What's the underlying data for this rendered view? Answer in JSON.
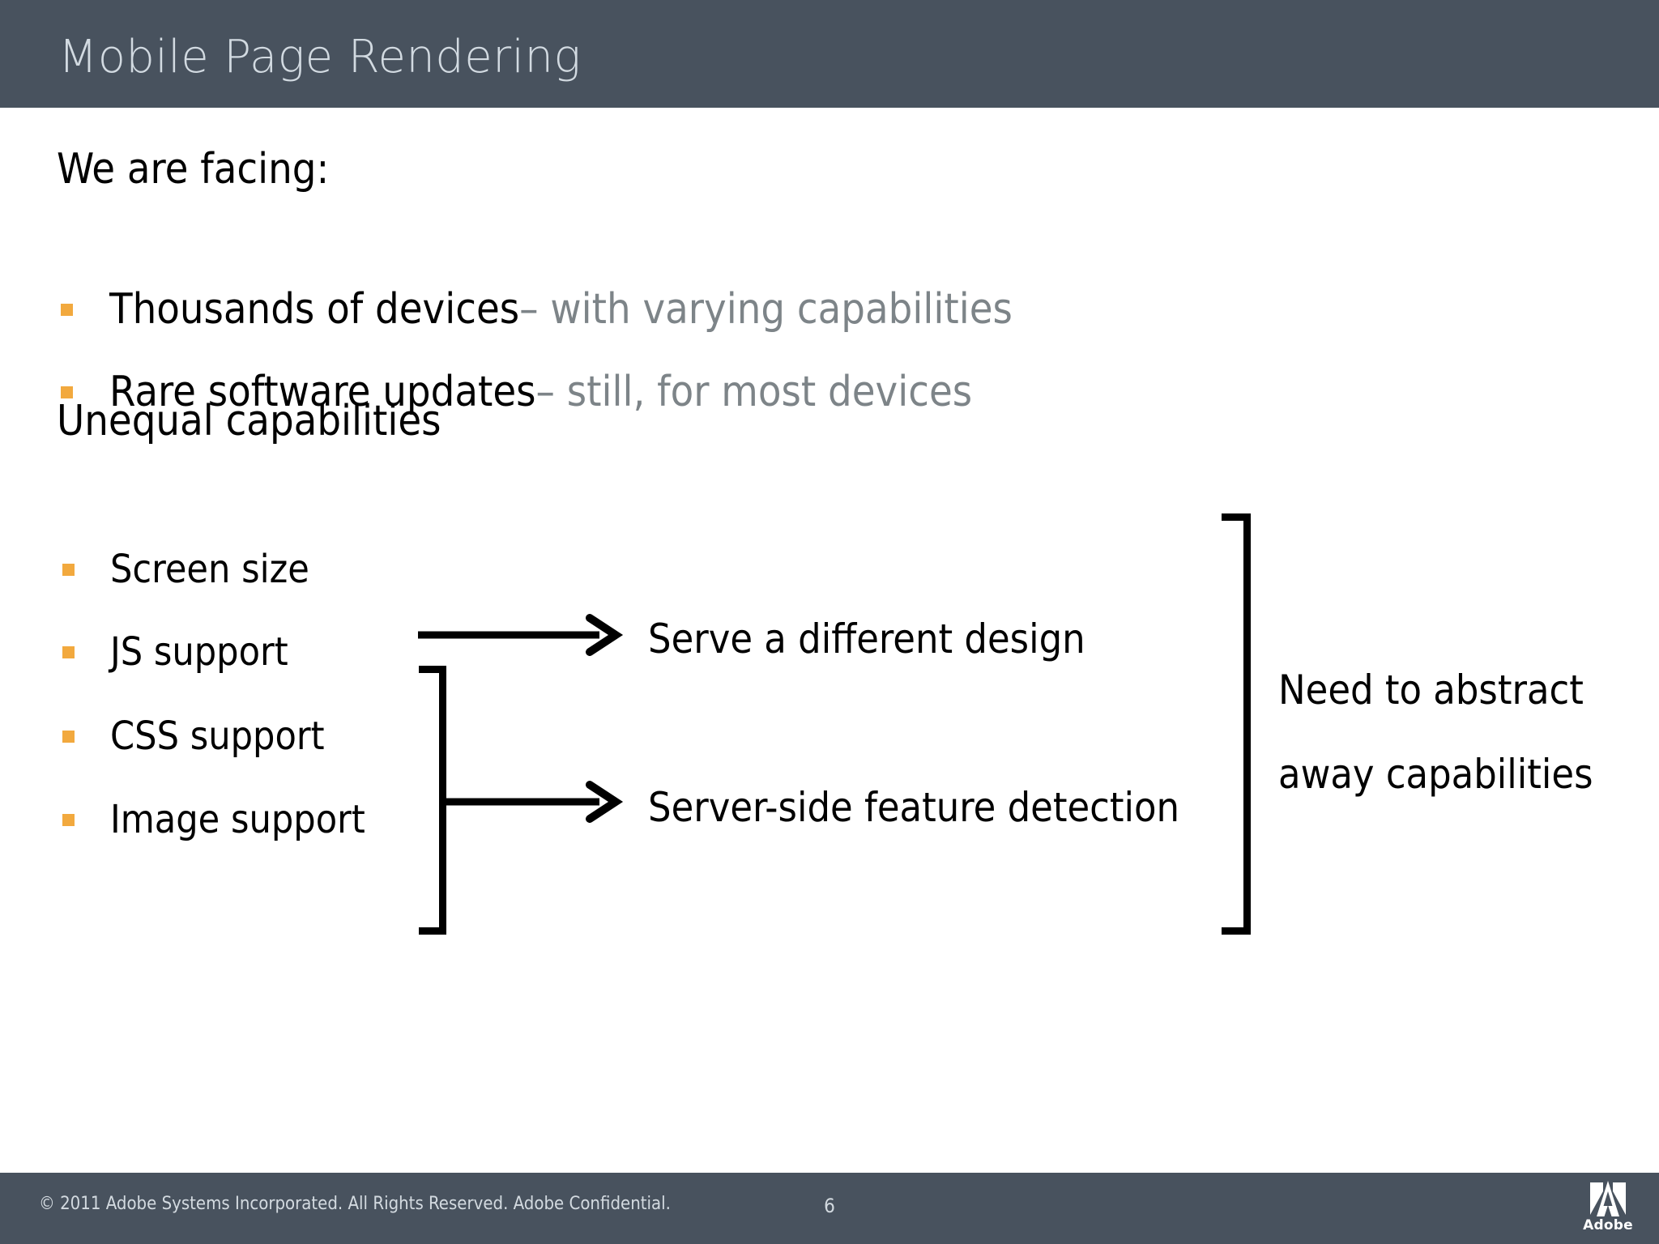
{
  "header": {
    "title": "Mobile Page Rendering",
    "background_color": "#48525E",
    "title_color": "#D2DAE1"
  },
  "body": {
    "lead_text": "We are facing:",
    "section_heading": "Unequal capabilities",
    "bullet_color": "#F2A93E",
    "dim_text_color": "#7D8488",
    "top_bullets": [
      {
        "strong": "Thousands of devices",
        "dim": " – with varying capabilities"
      },
      {
        "strong": "Rare software updates",
        "dim": " – still, for most devices"
      }
    ],
    "capability_bullets": [
      {
        "label": "Screen size"
      },
      {
        "label": "JS support"
      },
      {
        "label": "CSS support"
      },
      {
        "label": "Image support"
      }
    ],
    "outcomes": [
      {
        "label": "Serve a different design"
      },
      {
        "label": "Server-side feature detection"
      }
    ],
    "conclusion_lines": [
      "Need to abstract",
      "away capabilities"
    ]
  },
  "footer": {
    "copyright": "© 2011 Adobe Systems Incorporated.  All Rights Reserved.  Adobe Confidential.",
    "page_number": "6",
    "logo_word": "Adobe",
    "background_color": "#48525E",
    "text_color": "#D3DAE0"
  }
}
